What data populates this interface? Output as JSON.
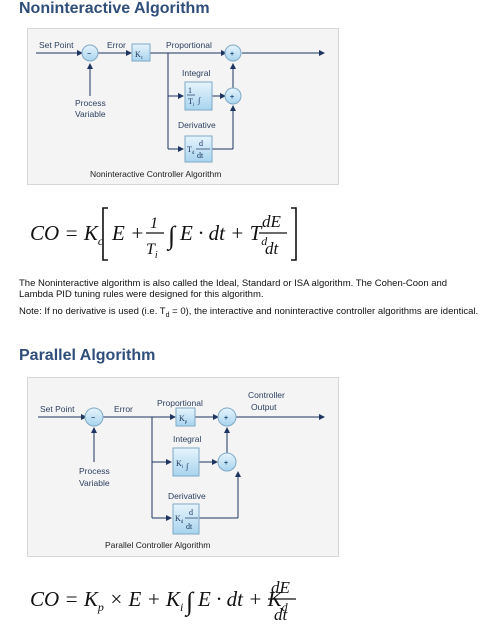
{
  "section1": {
    "title": "Noninteractive Algorithm",
    "diagram": {
      "set_point": "Set Point",
      "error": "Error",
      "proportional": "Proportional",
      "integral": "Integral",
      "derivative": "Derivative",
      "process_var_line1": "Process",
      "process_var_line2": "Variable",
      "caption": "Noninteractive Controller Algorithm",
      "gain_p": "Kc",
      "gain_i": "1/Ti",
      "gain_d": "Td d/dt",
      "plus": "+",
      "minus": "−"
    },
    "equation": "CO = Kc[E + (1/Ti)∫E·dt + Td dE/dt]",
    "para1": "The Noninteractive algorithm is also called the Ideal, Standard or ISA algorithm. The Cohen-Coon and Lambda PID tuning rules were designed for this algorithm.",
    "note_pre": "Note: If no derivative is used (i.e. T",
    "note_sub": "d",
    "note_post": " = 0), the interactive and noninteractive controller algorithms are identical."
  },
  "section2": {
    "title": "Parallel Algorithm",
    "diagram": {
      "set_point": "Set Point",
      "error": "Error",
      "proportional": "Proportional",
      "integral": "Integral",
      "derivative": "Derivative",
      "controller_output_line1": "Controller",
      "controller_output_line2": "Output",
      "process_var_line1": "Process",
      "process_var_line2": "Variable",
      "caption": "Parallel Controller Algorithm",
      "gain_p": "Kp",
      "gain_i": "Ki∫",
      "gain_d": "Kd d/dt",
      "plus": "+",
      "minus": "−"
    },
    "equation": "CO = Kp × E + Ki∫E·dt + Kd dE/dt"
  },
  "colors": {
    "heading": "#2f4e7a",
    "panel_bg": "#f3f4f3",
    "block_fill": "#c9e6f6",
    "line": "#1d3560"
  }
}
